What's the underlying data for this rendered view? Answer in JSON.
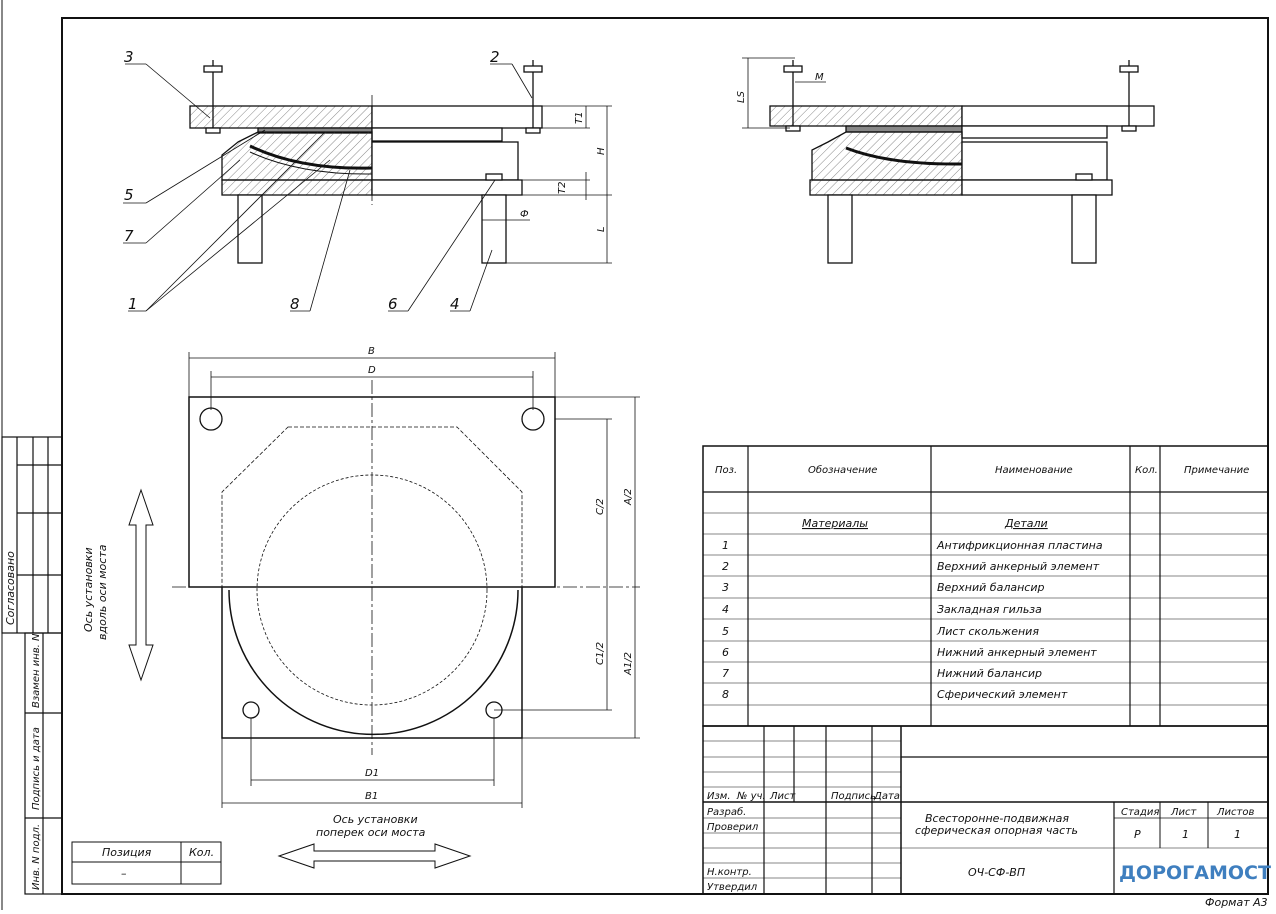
{
  "drawing": {
    "format": "Формат А3",
    "approved_label": "Согласовано",
    "side_stamp": [
      "Взамен инв. N",
      "Подпись и дата",
      "Инв. N подл."
    ],
    "callouts": [
      "3",
      "2",
      "5",
      "7",
      "1",
      "8",
      "6",
      "4"
    ],
    "dims_side": [
      "T1",
      "H",
      "T2",
      "Ф",
      "L"
    ],
    "dims_right": [
      "LS",
      "M"
    ],
    "dims_plan": [
      "B",
      "D",
      "C/2",
      "A/2",
      "C1/2",
      "A1/2",
      "D1",
      "B1"
    ],
    "axis_along": [
      "Ось установки",
      "вдоль оси моста"
    ],
    "axis_across": [
      "Ось установки",
      "поперек оси моста"
    ],
    "position_table": {
      "headers": [
        "Позиция",
        "Кол."
      ],
      "values": [
        "–",
        ""
      ]
    }
  },
  "spec": {
    "headers": [
      "Поз.",
      "Обозначение",
      "Наименование",
      "Кол.",
      "Примечание"
    ],
    "section_materials": "Материалы",
    "section_parts": "Детали",
    "rows": [
      {
        "pos": "1",
        "name": "Антифрикционная пластина"
      },
      {
        "pos": "2",
        "name": "Верхний анкерный элемент"
      },
      {
        "pos": "3",
        "name": "Верхний балансир"
      },
      {
        "pos": "4",
        "name": "Закладная гильза"
      },
      {
        "pos": "5",
        "name": "Лист скольжения"
      },
      {
        "pos": "6",
        "name": "Нижний анкерный элемент"
      },
      {
        "pos": "7",
        "name": "Нижний балансир"
      },
      {
        "pos": "8",
        "name": "Сферический элемент"
      }
    ]
  },
  "title_block": {
    "change_headers": [
      "Изм.",
      "№ уч.",
      "Лист",
      "Подпись",
      "Дата"
    ],
    "roles": [
      "Разраб.",
      "Проверил",
      "Н.контр.",
      "Утвердил"
    ],
    "title_line1": "Всесторонне-подвижная",
    "title_line2": "сферическая опорная часть",
    "stage_headers": [
      "Стадия",
      "Лист",
      "Листов"
    ],
    "stage_values": [
      "Р",
      "1",
      "1"
    ],
    "code": "ОЧ-СФ-ВП",
    "company": "ДОРОГАМОСТ"
  },
  "colors": {
    "line": "#111111",
    "brand": "#3f7fbf"
  }
}
